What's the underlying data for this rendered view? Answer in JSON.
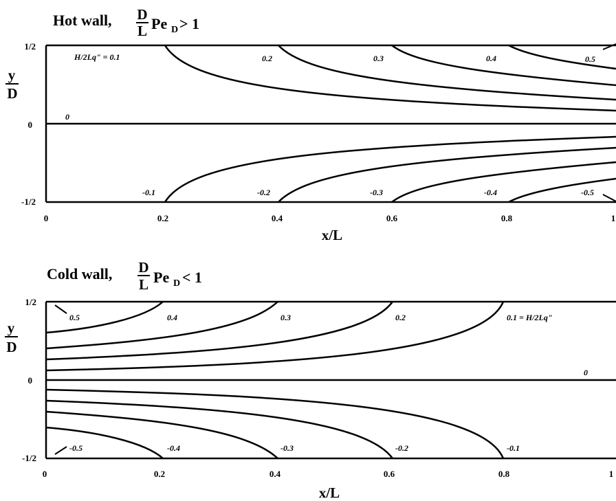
{
  "chart_data": [
    {
      "type": "contour",
      "panel": "top",
      "title": "Hot wall, D/L Pe_D > 1",
      "title_parts": {
        "lead": "Hot wall,",
        "frac_num": "D",
        "frac_den": "L",
        "pe": "Pe",
        "pe_sub": "D",
        "relation": "> 1"
      },
      "xlabel": "x/L",
      "ylabel": {
        "num": "y",
        "den": "D"
      },
      "xlim": [
        0,
        1
      ],
      "ylim": [
        -0.5,
        0.5
      ],
      "x_ticks": [
        "0",
        "0.2",
        "0.4",
        "0.6",
        "0.8",
        "1"
      ],
      "y_ticks": {
        "top": "1/2",
        "mid": "0",
        "bottom": "-1/2"
      },
      "contour_quantity": "H/2Lq\"",
      "contours": [
        {
          "level": 0.1,
          "label": "H/2Lq\" = 0.1",
          "wall_x": 0.2
        },
        {
          "level": 0.2,
          "label": "0.2",
          "wall_x": 0.4
        },
        {
          "level": 0.3,
          "label": "0.3",
          "wall_x": 0.6
        },
        {
          "level": 0.4,
          "label": "0.4",
          "wall_x": 0.8
        },
        {
          "level": 0.5,
          "label": "0.5",
          "wall_x": 1.0
        },
        {
          "level": 0,
          "label": "0"
        },
        {
          "level": -0.1,
          "label": "-0.1",
          "wall_x": 0.2
        },
        {
          "level": -0.2,
          "label": "-0.2",
          "wall_x": 0.4
        },
        {
          "level": -0.3,
          "label": "-0.3",
          "wall_x": 0.6
        },
        {
          "level": -0.4,
          "label": "-0.4",
          "wall_x": 0.8
        },
        {
          "level": -0.5,
          "label": "-0.5",
          "wall_x": 1.0
        }
      ]
    },
    {
      "type": "contour",
      "panel": "bottom",
      "title": "Cold wall, D/L Pe_D < 1",
      "title_parts": {
        "lead": "Cold wall,",
        "frac_num": "D",
        "frac_den": "L",
        "pe": "Pe",
        "pe_sub": "D",
        "relation": "< 1"
      },
      "xlabel": "x/L",
      "ylabel": {
        "num": "y",
        "den": "D"
      },
      "xlim": [
        0,
        1
      ],
      "ylim": [
        -0.5,
        0.5
      ],
      "x_ticks": [
        "0",
        "0.2",
        "0.4",
        "0.6",
        "0.8",
        "1"
      ],
      "y_ticks": {
        "top": "1/2",
        "mid": "0",
        "bottom": "-1/2"
      },
      "contour_quantity": "H/2Lq\"",
      "contours": [
        {
          "level": 0.5,
          "label": "0.5",
          "wall_x": 0.0
        },
        {
          "level": 0.4,
          "label": "0.4",
          "wall_x": 0.2
        },
        {
          "level": 0.3,
          "label": "0.3",
          "wall_x": 0.4
        },
        {
          "level": 0.2,
          "label": "0.2",
          "wall_x": 0.6
        },
        {
          "level": 0.1,
          "label": "0.1 = H/2Lq\"",
          "wall_x": 0.8
        },
        {
          "level": 0,
          "label": "0"
        },
        {
          "level": -0.5,
          "label": "-0.5",
          "wall_x": 0.0
        },
        {
          "level": -0.4,
          "label": "-0.4",
          "wall_x": 0.2
        },
        {
          "level": -0.3,
          "label": "-0.3",
          "wall_x": 0.4
        },
        {
          "level": -0.2,
          "label": "-0.2",
          "wall_x": 0.6
        },
        {
          "level": -0.1,
          "label": "-0.1",
          "wall_x": 0.8
        }
      ]
    }
  ]
}
